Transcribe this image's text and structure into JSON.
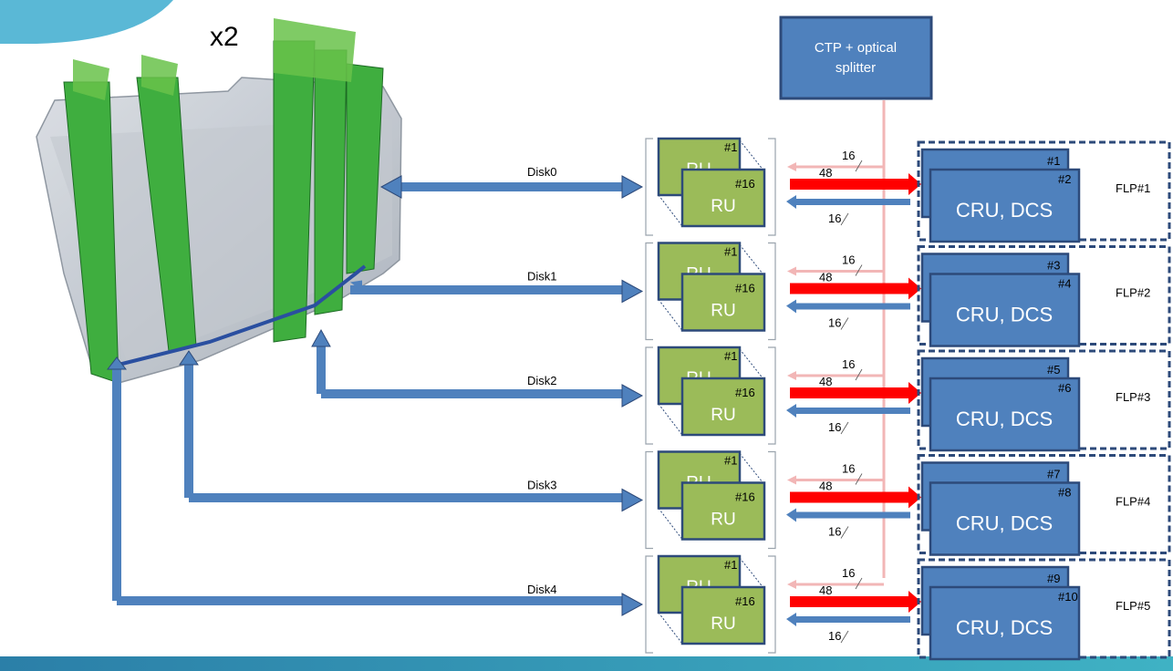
{
  "multiplier": "x2",
  "ctp_box": {
    "line1": "CTP + optical",
    "line2": "splitter"
  },
  "colors": {
    "ru_fill": "#9bbb59",
    "ru_stroke": "#2d4a7a",
    "cru_fill": "#4f81bd",
    "cru_stroke": "#2d4a7a",
    "data_arrow": "#ff0000",
    "ctrl_arrow": "#4f81bd",
    "trigger_line": "#f2b6b6",
    "flp_border": "#2d4a7a",
    "footer": "#3aa0b8"
  },
  "rows": [
    {
      "disk": "Disk0",
      "ru_back": "RU",
      "ru_back_num": "#1",
      "ru_front": "RU",
      "ru_front_num": "#16",
      "trig_count": "16",
      "data_count": "48",
      "ctrl_count": "16",
      "cru_back_num": "#1",
      "cru_front_num": "#2",
      "cru_label": "CRU, DCS",
      "flp": "FLP#1"
    },
    {
      "disk": "Disk1",
      "ru_back": "RU",
      "ru_back_num": "#1",
      "ru_front": "RU",
      "ru_front_num": "#16",
      "trig_count": "16",
      "data_count": "48",
      "ctrl_count": "16",
      "cru_back_num": "#3",
      "cru_front_num": "#4",
      "cru_label": "CRU, DCS",
      "flp": "FLP#2"
    },
    {
      "disk": "Disk2",
      "ru_back": "RU",
      "ru_back_num": "#1",
      "ru_front": "RU",
      "ru_front_num": "#16",
      "trig_count": "16",
      "data_count": "48",
      "ctrl_count": "16",
      "cru_back_num": "#5",
      "cru_front_num": "#6",
      "cru_label": "CRU, DCS",
      "flp": "FLP#3"
    },
    {
      "disk": "Disk3",
      "ru_back": "RU",
      "ru_back_num": "#1",
      "ru_front": "RU",
      "ru_front_num": "#16",
      "trig_count": "16",
      "data_count": "48",
      "ctrl_count": "16",
      "cru_back_num": "#7",
      "cru_front_num": "#8",
      "cru_label": "CRU, DCS",
      "flp": "FLP#4"
    },
    {
      "disk": "Disk4",
      "ru_back": "RU",
      "ru_back_num": "#1",
      "ru_front": "RU",
      "ru_front_num": "#16",
      "trig_count": "16",
      "data_count": "48",
      "ctrl_count": "16",
      "cru_back_num": "#9",
      "cru_front_num": "#10",
      "cru_label": "CRU, DCS",
      "flp": "FLP#5"
    }
  ]
}
